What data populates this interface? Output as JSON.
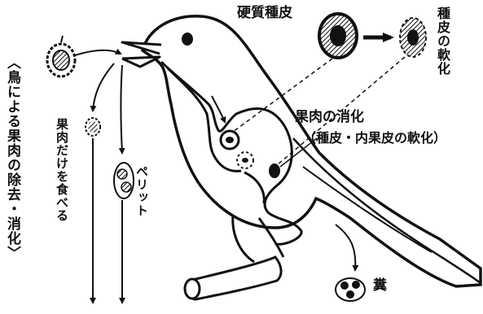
{
  "diagram": {
    "side_title": "〈鳥による果肉の除去・消化〉",
    "flesh_only_label": "果肉だけを食べる",
    "pellet_label": "ペリット",
    "seed_coat_label": "硬質種皮",
    "softening_label": "種皮の軟化",
    "digestion_label": "果肉の消化",
    "digestion_sub_label": "（種皮・内果皮の軟化）",
    "feces_label": "糞"
  },
  "colors": {
    "ink": "#111111",
    "paper": "#ffffff"
  }
}
